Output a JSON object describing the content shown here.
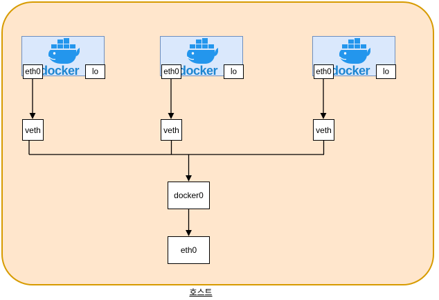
{
  "host": {
    "label": "호스트"
  },
  "containers": [
    {
      "logo": "docker",
      "eth0": "eth0",
      "lo": "lo"
    },
    {
      "logo": "docker",
      "eth0": "eth0",
      "lo": "lo"
    },
    {
      "logo": "docker",
      "eth0": "eth0",
      "lo": "lo"
    }
  ],
  "veth": [
    "veth",
    "veth",
    "veth"
  ],
  "bridge": {
    "label": "docker0"
  },
  "host_interface": {
    "label": "eth0"
  },
  "colors": {
    "host_fill": "#ffe6cc",
    "host_stroke": "#d79b00",
    "container_fill": "#dae8fc",
    "container_stroke": "#6c8ebf",
    "docker_blue": "#2396ed",
    "docker_wordmark_blue": "#1d85d0",
    "connector": "#000000"
  }
}
